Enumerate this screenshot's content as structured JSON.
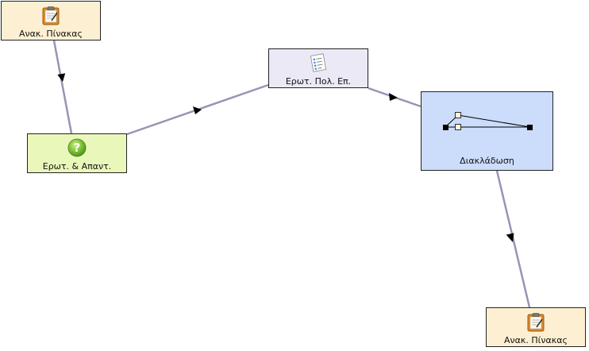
{
  "nodes": {
    "board_top": {
      "label": "Ανακ. Πίνακας",
      "icon": "clipboard-icon",
      "color": "#fdf0d2"
    },
    "qa": {
      "label": "Ερωτ. & Απαντ.",
      "icon": "question-icon",
      "color": "#eaf7bb"
    },
    "mcq": {
      "label": "Ερωτ. Πολ. Επ.",
      "icon": "checklist-icon",
      "color": "#ebe9f6"
    },
    "branch": {
      "label": "Διακλάδωση",
      "icon": "branching-icon",
      "color": "#ccdcfb"
    },
    "board_bottom": {
      "label": "Ανακ. Πίνακας",
      "icon": "clipboard-icon",
      "color": "#fdf0d2"
    }
  },
  "edges": [
    {
      "from": "board_top",
      "to": "qa"
    },
    {
      "from": "qa",
      "to": "mcq"
    },
    {
      "from": "mcq",
      "to": "branch"
    },
    {
      "from": "branch",
      "to": "board_bottom"
    }
  ],
  "colors": {
    "edge": "#9a93b4",
    "arrow": "#000000",
    "border": "#222222"
  }
}
